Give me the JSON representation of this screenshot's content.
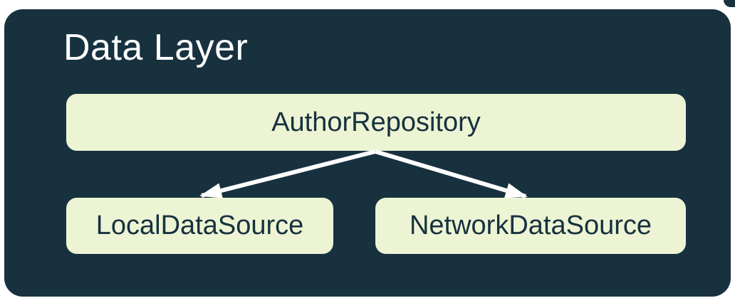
{
  "diagram": {
    "title": "Data Layer",
    "nodes": [
      {
        "id": "repository",
        "label": "AuthorRepository"
      },
      {
        "id": "local",
        "label": "LocalDataSource"
      },
      {
        "id": "network",
        "label": "NetworkDataSource"
      }
    ],
    "edges": [
      {
        "from": "AuthorRepository",
        "to": "LocalDataSource"
      },
      {
        "from": "AuthorRepository",
        "to": "NetworkDataSource"
      }
    ],
    "colors": {
      "page_bg": "#FFFFFF",
      "container_bg": "#17313F",
      "node_bg": "#EDF4D4",
      "title_text": "#FFFFFF",
      "node_text": "#17313F",
      "arrow": "#FFFFFF"
    }
  }
}
